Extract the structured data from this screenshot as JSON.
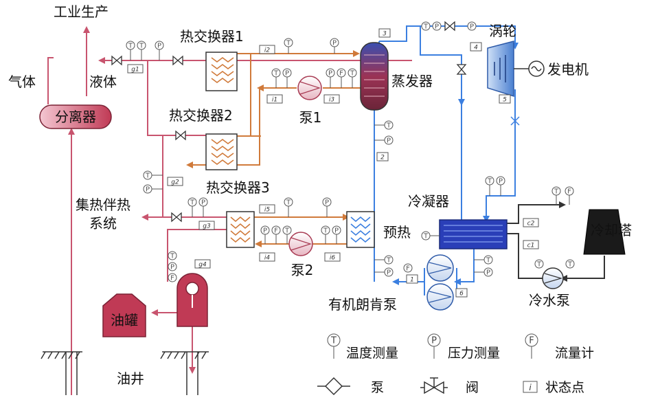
{
  "labels": {
    "industrial_production": "工业生产",
    "gas": "气体",
    "liquid": "液体",
    "separator": "分离器",
    "hx1": "热交换器1",
    "hx2": "热交换器2",
    "hx3": "热交换器3",
    "pump1": "泵1",
    "pump2": "泵2",
    "evaporator": "蒸发器",
    "turbine": "涡轮",
    "generator": "发电机",
    "condenser": "冷凝器",
    "preheat": "预热",
    "cooling_tower": "冷却塔",
    "cold_water_pump": "冷水泵",
    "orc_pump": "有机朗肯泵",
    "heat_tracing_line1": "集热伴热",
    "heat_tracing_line2": "系统",
    "oil_tank": "油罐",
    "oil_well": "油井"
  },
  "state_points": {
    "g1": "g1",
    "g2": "g2",
    "g3": "g3",
    "g4": "g4",
    "i1": "i1",
    "i2": "i2",
    "i3": "i3",
    "i4": "i4",
    "i5": "i5",
    "i6": "i6",
    "c1": "c1",
    "c2": "c2",
    "s1": "1",
    "s2": "2",
    "s3": "3",
    "s4": "4",
    "s5": "5",
    "s6": "6"
  },
  "instrument_symbols": {
    "temperature": "T",
    "pressure": "P",
    "flow": "F"
  },
  "legend": {
    "temperature": "温度测量",
    "pressure": "压力测量",
    "flow": "流量计",
    "pump": "泵",
    "valve": "阀",
    "state_point": "状态点",
    "state_point_symbol": "i"
  },
  "colors": {
    "hot_pipe": "#c8546e",
    "hx_pipe": "#d07a3a",
    "orc_pipe": "#3b7fe0",
    "cooling_pipe": "#333333",
    "separator_fill": "#d0475f",
    "evaporator_fill": "#8a2e48",
    "condenser_fill": "#2a3fb8",
    "turbine_fill": "#5b8fd8"
  }
}
